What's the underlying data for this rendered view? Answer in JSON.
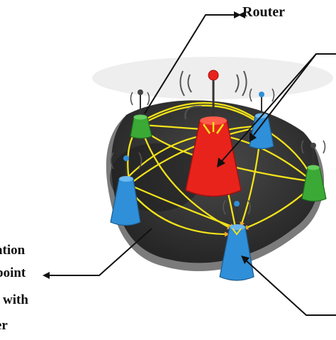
{
  "labels": {
    "router": "Router",
    "left_line1": "ation",
    "left_line2": "point",
    "left_line3": "l with",
    "left_line4": "er"
  },
  "colors": {
    "router_body": "#e8231c",
    "green_node": "#3aa935",
    "blue_node": "#2f8fd8",
    "disk": "#3a3a3a",
    "disk_edge": "#8a8a8a",
    "link": "#f2e21a",
    "link_head": "#f5a623",
    "pointer_line": "#111111"
  },
  "icons": {
    "router": "router-tower-icon",
    "access_point": "access-point-icon",
    "signal": "wifi-signal-icon"
  }
}
